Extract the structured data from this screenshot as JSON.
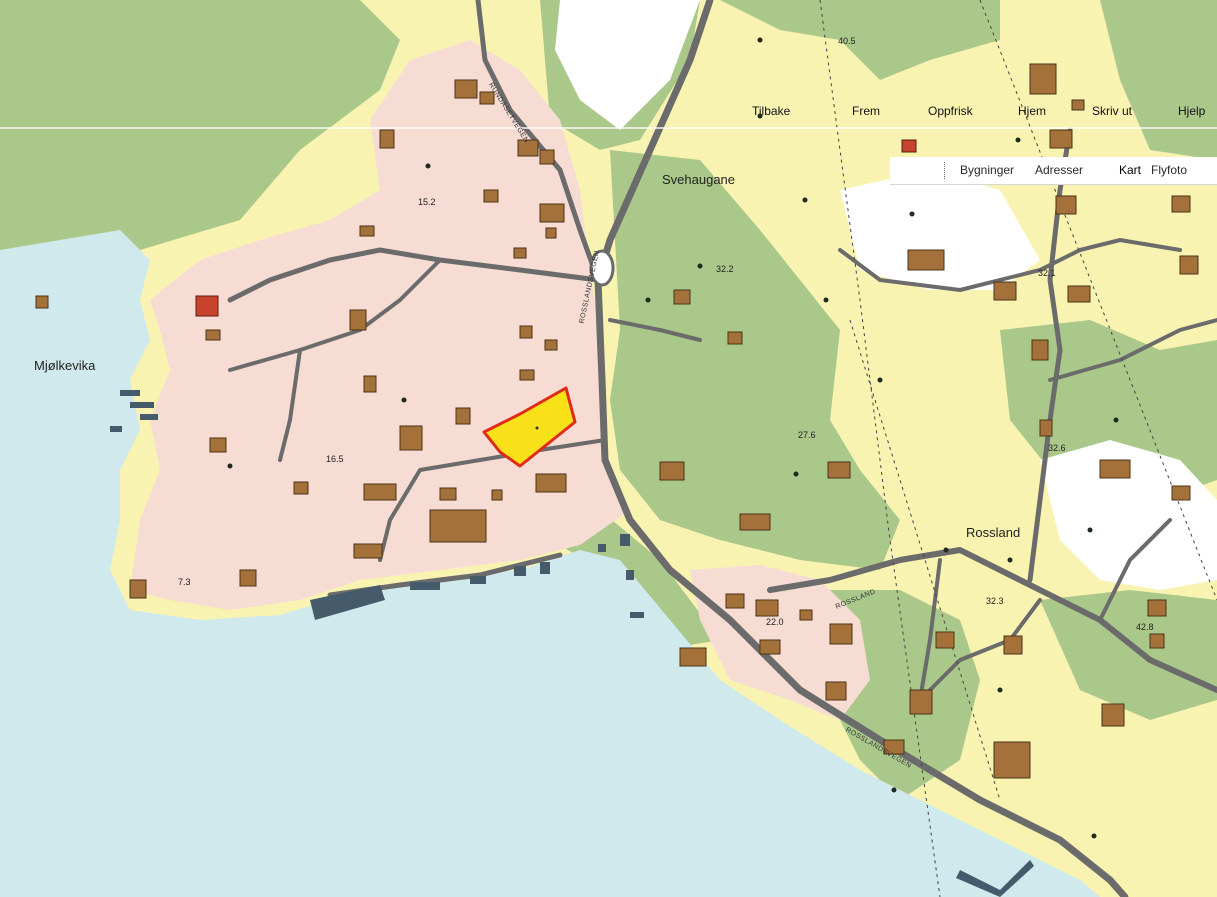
{
  "toolbar": {
    "back_label": "Tilbake",
    "forward_label": "Frem",
    "refresh_label": "Oppfrisk",
    "home_label": "Hjem",
    "print_label": "Skriv ut",
    "help_label": "Hjelp"
  },
  "layers": {
    "buildings_label": "Bygninger",
    "addresses_label": "Adresser",
    "map_label": "Kart",
    "aerial_label": "Flyfoto"
  },
  "map": {
    "places": {
      "mjolkevika": "Mjølkevika",
      "svehaugane": "Svehaugane",
      "rossland": "Rossland"
    },
    "spot_heights": {
      "h15_2": "15.2",
      "h16_5": "16.5",
      "h7_3": "7.3",
      "h32_2": "32.2",
      "h27_6": "27.6",
      "h32_1": "32.1",
      "h32_6": "32.6",
      "h32_3": "32.3",
      "h42_8": "42.8",
      "h40_5": "40.5",
      "h22": "22.0"
    },
    "road_names": {
      "road_north": "RUNDASETVEGEN",
      "road_central": "ROSSLANDSVEGEN",
      "road_rossland": "ROSSLAND",
      "road_coast": "ROSSLANDSVEGEN"
    },
    "colors": {
      "water": "#cfe9ec",
      "meadow": "#f9f3b2",
      "forest": "#aac88a",
      "settlement": "#f6dcd3",
      "building": "#a4713a",
      "road": "#6b6b6b",
      "selected_parcel_fill": "#f9e11a",
      "selected_parcel_outline": "#e02a18"
    }
  }
}
